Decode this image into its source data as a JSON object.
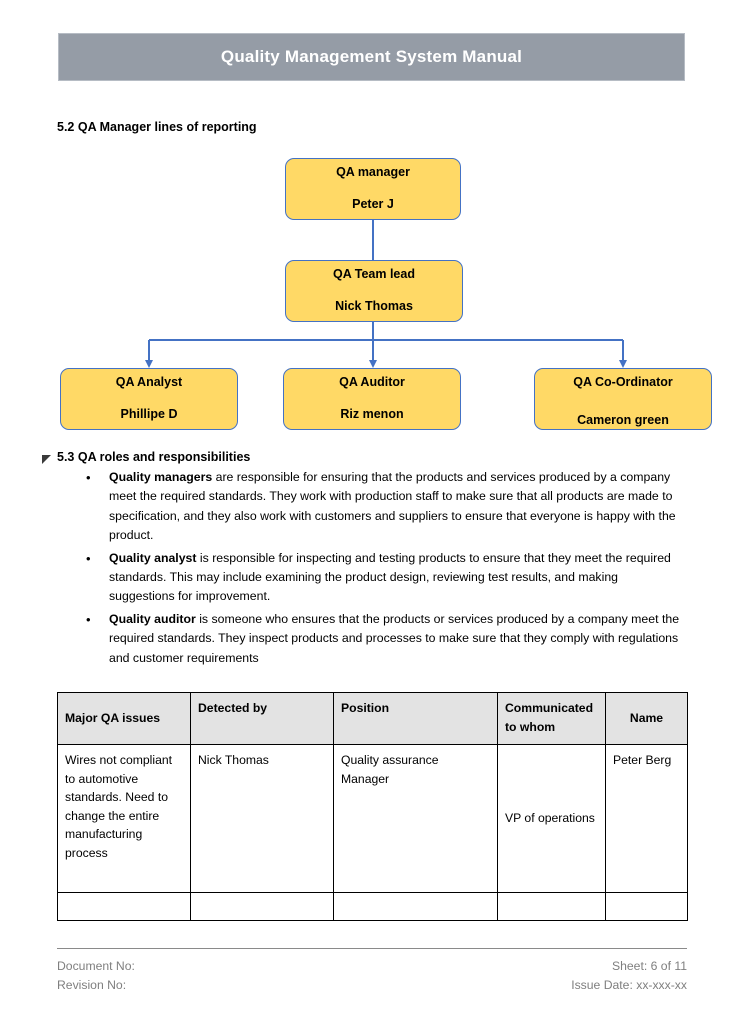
{
  "header": {
    "title": "Quality Management System Manual",
    "banner_color": "#959ca6",
    "text_color": "#ffffff"
  },
  "sections": {
    "s52_heading": "5.2 QA Manager lines of reporting",
    "s53_heading": "5.3  QA roles and responsibilities"
  },
  "orgchart": {
    "box_fill": "#FFD966",
    "box_border": "#4472C4",
    "connector_color": "#4472C4",
    "nodes": [
      {
        "title": "QA manager",
        "person": "Peter J"
      },
      {
        "title": "QA Team lead",
        "person": "Nick Thomas"
      },
      {
        "title": "QA Analyst",
        "person": "Phillipe D"
      },
      {
        "title": "QA Auditor",
        "person": "Riz menon"
      },
      {
        "title": "QA Co-Ordinator",
        "person": "Cameron green"
      }
    ]
  },
  "bullets": [
    {
      "lead": "Quality managers",
      "text": " are responsible for ensuring that the products and services produced by a company meet the required standards. They work with production staff to make sure that all products are made to specification, and they also work with customers and suppliers to ensure that everyone is happy with the product."
    },
    {
      "lead": "Quality analyst",
      "text": " is responsible for inspecting and testing products to ensure that they meet the required standards. This may include examining the product design, reviewing test results, and making suggestions for improvement."
    },
    {
      "lead": "Quality auditor",
      "text": " is someone who ensures that the products or services produced by a company meet the required standards. They inspect products and processes to make sure that they comply with regulations and customer requirements"
    }
  ],
  "table": {
    "headers": [
      "Major QA issues",
      "Detected by",
      "Position",
      "Communicated to whom",
      "Name"
    ],
    "rows": [
      {
        "issue": "Wires not compliant to automotive standards. Need to change the entire manufacturing process",
        "detected_by": "Nick Thomas",
        "position": "Quality assurance Manager",
        "communicated_to": "VP of operations",
        "name": "Peter Berg"
      },
      {
        "issue": "",
        "detected_by": "",
        "position": "",
        "communicated_to": "",
        "name": ""
      }
    ]
  },
  "footer": {
    "document_no": "Document No:",
    "revision_no": "Revision No:",
    "sheet": "Sheet: 6 of 11",
    "issue_date": "Issue Date: xx-xxx-xx"
  }
}
